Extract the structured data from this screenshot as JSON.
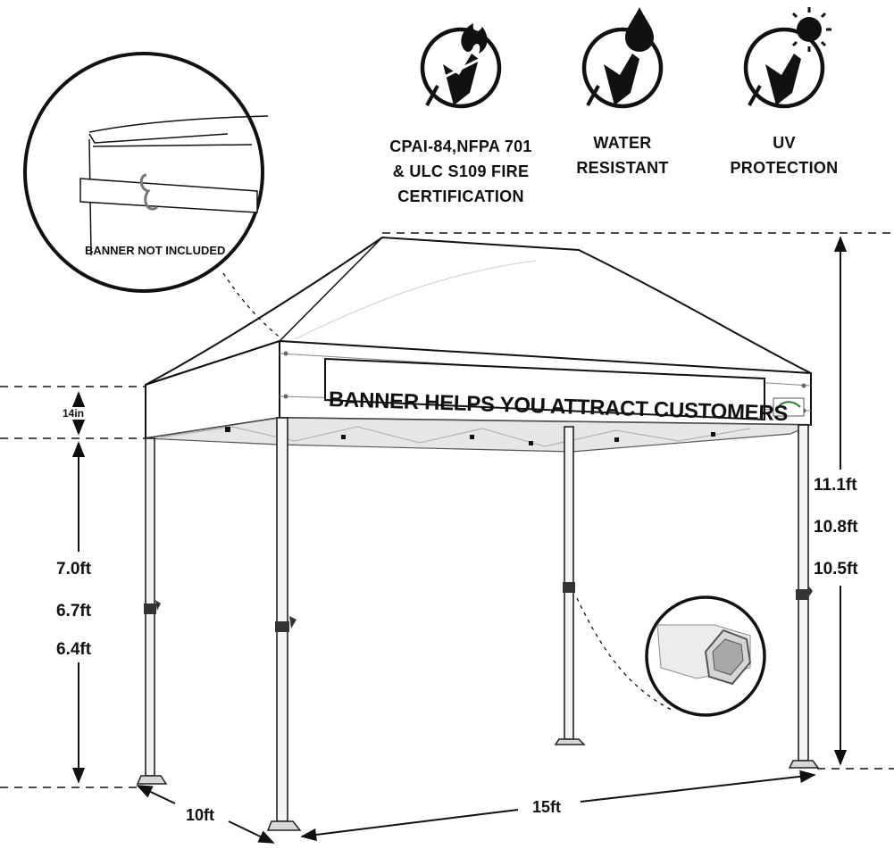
{
  "features": [
    {
      "icon": "fire-certification-icon",
      "lines": [
        "CPAI-84,NFPA 701",
        "& ULC S109 FIRE",
        "CERTIFICATION"
      ]
    },
    {
      "icon": "water-drop-icon",
      "lines": [
        "WATER",
        "RESISTANT"
      ]
    },
    {
      "icon": "sun-icon",
      "lines": [
        "UV",
        "PROTECTION"
      ]
    }
  ],
  "callout": {
    "label": "BANNER NOT INCLUDED"
  },
  "banner": {
    "text": "BANNER HELPS YOU ATTRACT CUSTOMERS"
  },
  "dimensions": {
    "valance": "14in",
    "leg_heights": [
      "7.0ft",
      "6.7ft",
      "6.4ft"
    ],
    "total_heights": [
      "11.1ft",
      "10.8ft",
      "10.5ft"
    ],
    "depth": "10ft",
    "width": "15ft"
  },
  "colors": {
    "line": "#111111",
    "canopy": "#ffffff",
    "frame": "#f2f2f2",
    "shadow": "#d8d8d8"
  }
}
